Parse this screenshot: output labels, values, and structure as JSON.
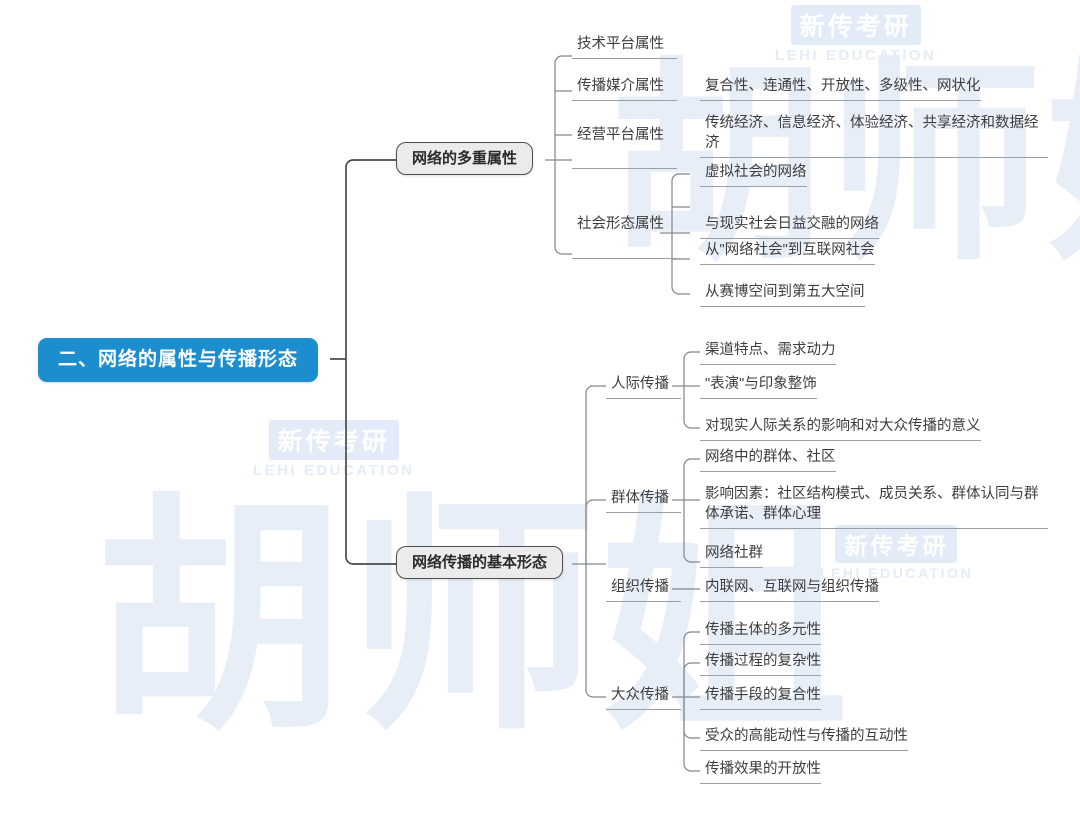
{
  "meta": {
    "title": "网络的属性与传播形态 思维导图",
    "colors": {
      "root_fill": "#1c8ecf",
      "root_text": "#ffffff",
      "branch_fill": "#ebebeb",
      "branch_border": "#4e4e4e",
      "branch_text": "#2b2b2b",
      "leaf_text": "#3d3d3d",
      "line": "#4a4a4a",
      "underline": "#9aa0a6",
      "watermark": "#dfe9f6",
      "background": "#ffffff"
    }
  },
  "watermarks": {
    "big_text": "胡师姐",
    "badge_top": "新传考研",
    "badge_bottom": "LEHI EDUCATION"
  },
  "root": {
    "label": "二、网络的属性与传播形态"
  },
  "branches": [
    {
      "id": "b1",
      "label": "网络的多重属性"
    },
    {
      "id": "b2",
      "label": "网络传播的基本形态"
    }
  ],
  "topics": [
    {
      "id": "t1",
      "branch": "b1",
      "label": "技术平台属性"
    },
    {
      "id": "t2",
      "branch": "b1",
      "label": "传播媒介属性"
    },
    {
      "id": "t3",
      "branch": "b1",
      "label": "经营平台属性"
    },
    {
      "id": "t4",
      "branch": "b1",
      "label": "社会形态属性"
    },
    {
      "id": "t5",
      "branch": "b2",
      "label": "人际传播"
    },
    {
      "id": "t6",
      "branch": "b2",
      "label": "群体传播"
    },
    {
      "id": "t7",
      "branch": "b2",
      "label": "组织传播"
    },
    {
      "id": "t8",
      "branch": "b2",
      "label": "大众传播"
    }
  ],
  "leaves": [
    {
      "id": "l1",
      "topic": "t2",
      "label": "复合性、连通性、开放性、多级性、网状化"
    },
    {
      "id": "l2",
      "topic": "t3",
      "label": "传统经济、信息经济、体验经济、共享经济和数据经济"
    },
    {
      "id": "l3",
      "topic": "t4",
      "label": "虚拟社会的网络"
    },
    {
      "id": "l4",
      "topic": "t4",
      "label": "与现实社会日益交融的网络"
    },
    {
      "id": "l5",
      "topic": "t4",
      "label": "从\"网络社会\"到互联网社会"
    },
    {
      "id": "l6",
      "topic": "t4",
      "label": "从赛博空间到第五大空间"
    },
    {
      "id": "l7",
      "topic": "t5",
      "label": "渠道特点、需求动力"
    },
    {
      "id": "l8",
      "topic": "t5",
      "label": "\"表演\"与印象整饰"
    },
    {
      "id": "l9",
      "topic": "t5",
      "label": "对现实人际关系的影响和对大众传播的意义"
    },
    {
      "id": "l10",
      "topic": "t6",
      "label": "网络中的群体、社区"
    },
    {
      "id": "l11",
      "topic": "t6",
      "label": "影响因素：社区结构模式、成员关系、群体认同与群体承诺、群体心理"
    },
    {
      "id": "l12",
      "topic": "t6",
      "label": "网络社群"
    },
    {
      "id": "l13",
      "topic": "t7",
      "label": "内联网、互联网与组织传播"
    },
    {
      "id": "l14",
      "topic": "t8",
      "label": "传播主体的多元性"
    },
    {
      "id": "l15",
      "topic": "t8",
      "label": "传播过程的复杂性"
    },
    {
      "id": "l16",
      "topic": "t8",
      "label": "传播手段的复合性"
    },
    {
      "id": "l17",
      "topic": "t8",
      "label": "受众的高能动性与传播的互动性"
    },
    {
      "id": "l18",
      "topic": "t8",
      "label": "传播效果的开放性"
    }
  ]
}
